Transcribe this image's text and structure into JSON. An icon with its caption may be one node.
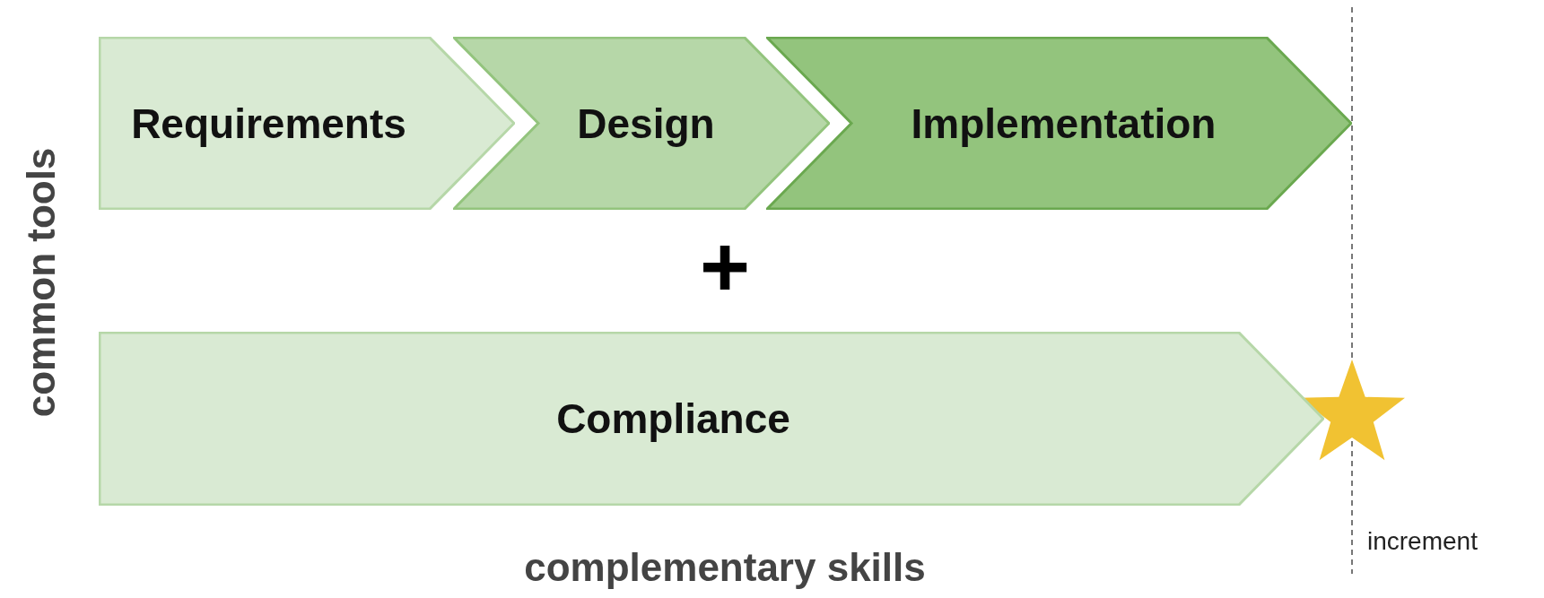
{
  "diagram": {
    "nodes": [
      {
        "text": [
          "Requirements"
        ]
      },
      {
        "text": [
          "Design"
        ]
      },
      {
        "text": [
          "Implementation"
        ]
      },
      {
        "text": [
          "Compliance"
        ]
      }
    ],
    "edges": [],
    "labels": [
      "common tools",
      "+",
      "complementary skills",
      "increment"
    ]
  }
}
